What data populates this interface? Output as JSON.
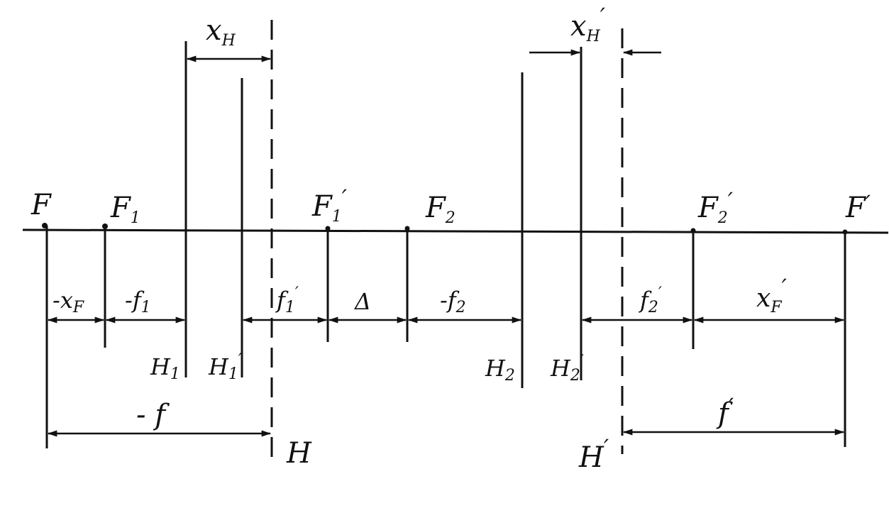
{
  "colors": {
    "ink": "#111111",
    "background": "#ffffff"
  },
  "points": {
    "F": {
      "base": "F",
      "sub": "",
      "prime": ""
    },
    "F1": {
      "base": "F",
      "sub": "1",
      "prime": ""
    },
    "F1p": {
      "base": "F",
      "sub": "1",
      "prime": "′"
    },
    "F2": {
      "base": "F",
      "sub": "2",
      "prime": ""
    },
    "F2p": {
      "base": "F",
      "sub": "2",
      "prime": "′"
    },
    "Fp": {
      "base": "F",
      "sub": "",
      "prime": "′"
    }
  },
  "planes": {
    "H1": {
      "base": "H",
      "sub": "1",
      "prime": ""
    },
    "H1p": {
      "base": "H",
      "sub": "1",
      "prime": "′"
    },
    "H2": {
      "base": "H",
      "sub": "2",
      "prime": ""
    },
    "H2p": {
      "base": "H",
      "sub": "2",
      "prime": "′"
    },
    "H": {
      "base": "H",
      "sub": "",
      "prime": ""
    },
    "Hp": {
      "base": "H",
      "sub": "",
      "prime": "′"
    }
  },
  "dimensions": {
    "xH": {
      "base": "x",
      "sub": "H",
      "prime": ""
    },
    "xHp": {
      "base": "x",
      "sub": "H",
      "prime": "′"
    },
    "xF": {
      "base": "-x",
      "sub": "F",
      "prime": ""
    },
    "f1": {
      "base": "-f",
      "sub": "1",
      "prime": ""
    },
    "f1p": {
      "base": "f",
      "sub": "1",
      "prime": "′"
    },
    "delta": {
      "base": "Δ",
      "sub": "",
      "prime": ""
    },
    "f2": {
      "base": "-f",
      "sub": "2",
      "prime": ""
    },
    "f2p": {
      "base": "f",
      "sub": "2",
      "prime": "′"
    },
    "xFp": {
      "base": "x",
      "sub": "F",
      "prime": "′"
    },
    "f": {
      "base": "- f",
      "sub": "",
      "prime": ""
    },
    "fp": {
      "base": "f",
      "sub": "",
      "prime": "′"
    }
  }
}
